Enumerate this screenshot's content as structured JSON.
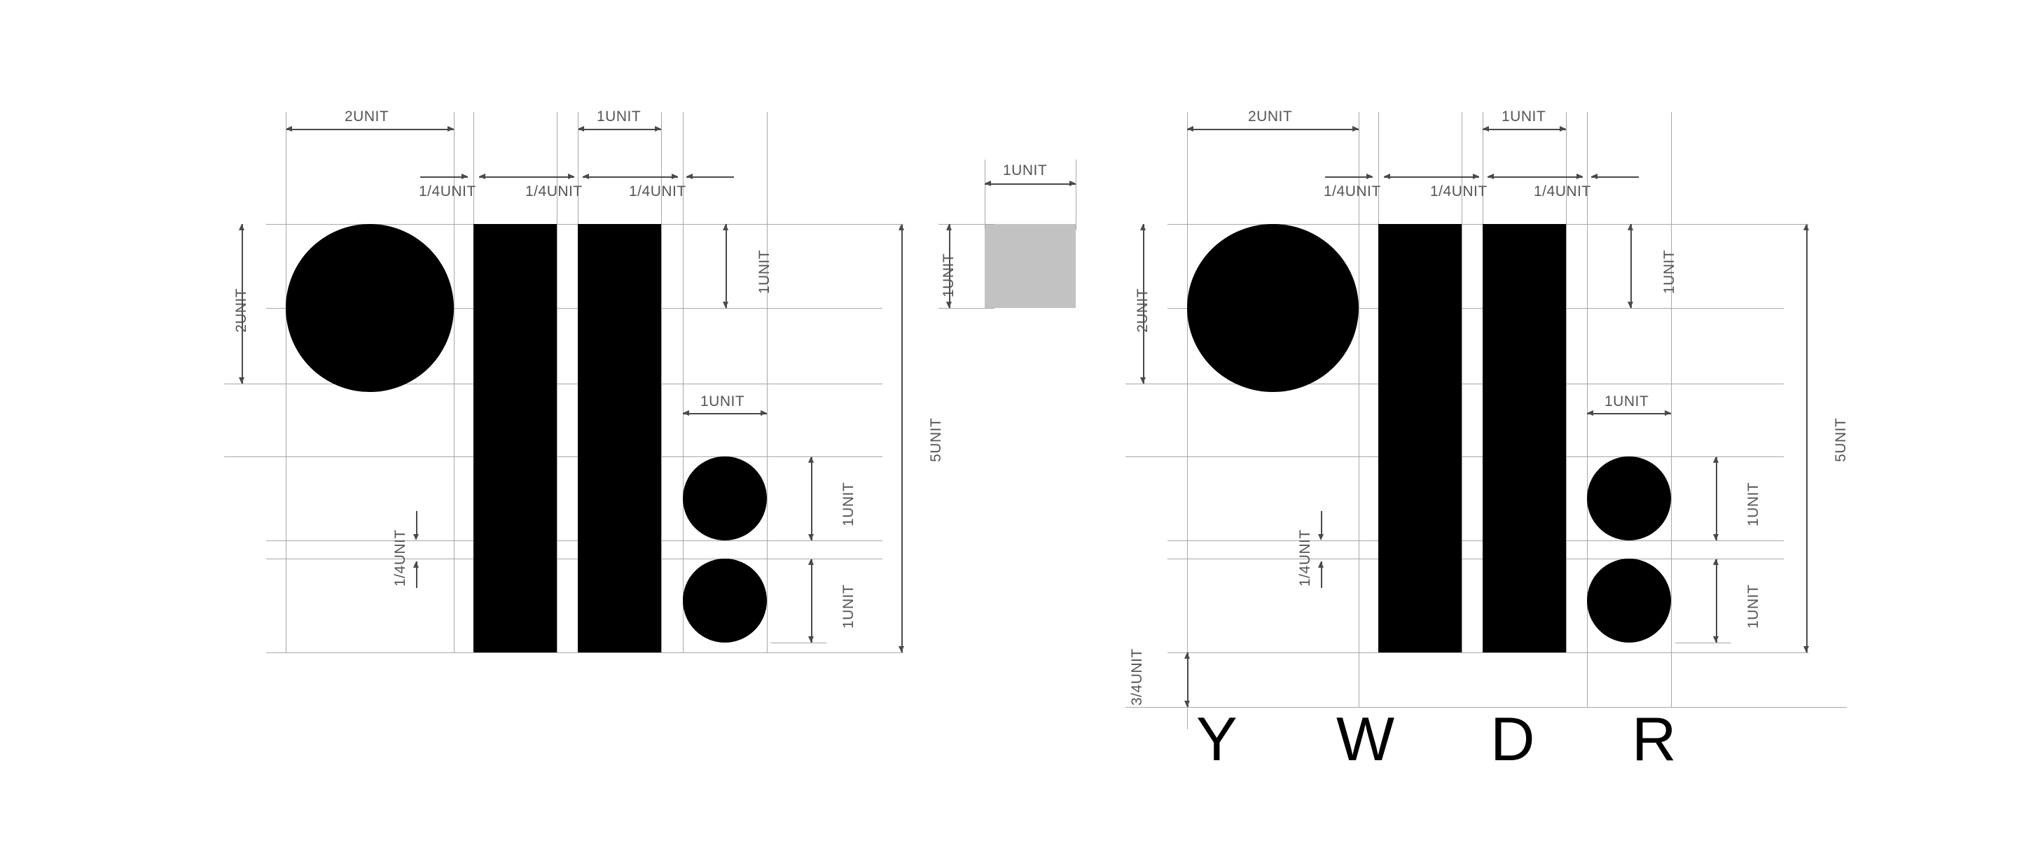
{
  "document": {
    "type": "logo-construction-spec",
    "background_color": "#ffffff",
    "mark_color": "#000000",
    "guide_color": "#a8a8a8",
    "dimension_color": "#4a4a4a",
    "label_color": "#555555",
    "swatch_color": "#c2c2c2"
  },
  "labels": {
    "two_unit": "2UNIT",
    "one_unit": "1UNIT",
    "quarter_unit": "1/4UNIT",
    "five_unit": "5UNIT",
    "three_quarter_unit": "3/4UNIT"
  },
  "left_panel": {
    "name": "symbol-construction",
    "dimensions": {
      "circle_width": "2UNIT",
      "circle_height": "2UNIT",
      "bar_width": "1UNIT",
      "gap": "1/4UNIT",
      "total_height": "5UNIT",
      "dot_size": "1UNIT",
      "dot_gap": "1/4UNIT"
    },
    "top_dims": [
      {
        "label": "2UNIT"
      },
      {
        "label": "1UNIT"
      },
      {
        "label": "1/4UNIT"
      },
      {
        "label": "1/4UNIT"
      },
      {
        "label": "1/4UNIT"
      }
    ],
    "side_dims": [
      {
        "label": "2UNIT"
      },
      {
        "label": "1/4UNIT"
      }
    ],
    "right_dims": [
      {
        "label": "1UNIT"
      },
      {
        "label": "1UNIT"
      },
      {
        "label": "1UNIT"
      },
      {
        "label": "1UNIT"
      },
      {
        "label": "5UNIT"
      }
    ]
  },
  "center_panel": {
    "name": "unit-reference-swatch",
    "width_label": "1UNIT",
    "height_label": "1UNIT",
    "fill": "#c2c2c2"
  },
  "right_panel": {
    "name": "logo-lockup-construction",
    "wordmark": {
      "text": "YWDR",
      "letters": [
        "Y",
        "W",
        "D",
        "R"
      ],
      "clearspace_label": "3/4UNIT"
    },
    "top_dims": [
      {
        "label": "2UNIT"
      },
      {
        "label": "1UNIT"
      },
      {
        "label": "1/4UNIT"
      },
      {
        "label": "1/4UNIT"
      },
      {
        "label": "1/4UNIT"
      }
    ],
    "side_dims": [
      {
        "label": "2UNIT"
      },
      {
        "label": "1/4UNIT"
      },
      {
        "label": "3/4UNIT"
      }
    ],
    "right_dims": [
      {
        "label": "1UNIT"
      },
      {
        "label": "1UNIT"
      },
      {
        "label": "1UNIT"
      },
      {
        "label": "1UNIT"
      },
      {
        "label": "5UNIT"
      }
    ]
  }
}
